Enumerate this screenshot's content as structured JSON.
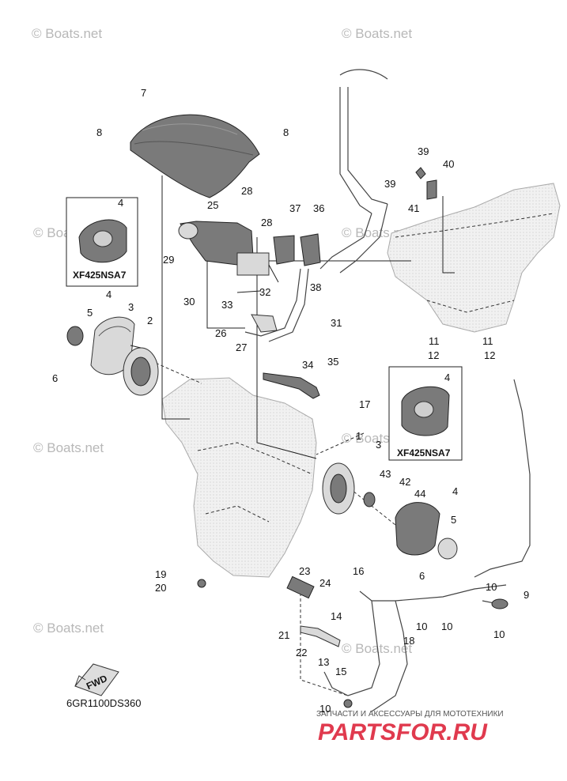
{
  "watermarks": [
    "© Boats.net",
    "© Boats.net",
    "© Boats.net",
    "© Boats.net",
    "© Boats.net",
    "© Boats.net",
    "© Boats.net",
    "© Boats.net"
  ],
  "inset_models": [
    "XF425NSA7",
    "XF425NSA7"
  ],
  "diagram_code": "6GR1100DS360",
  "fwd_label": "FWD",
  "footer": {
    "slogan": "ЗАПЧАСТИ И АКСЕССУАРЫ ДЛЯ МОТОТЕХНИКИ",
    "brand": "PARTSFOR.RU"
  },
  "callouts": [
    "7",
    "8",
    "8",
    "39",
    "40",
    "39",
    "41",
    "28",
    "25",
    "28",
    "37",
    "36",
    "4",
    "29",
    "30",
    "33",
    "32",
    "38",
    "31",
    "4",
    "5",
    "3",
    "2",
    "6",
    "26",
    "27",
    "11",
    "12",
    "11",
    "12",
    "34",
    "35",
    "17",
    "4",
    "1",
    "3",
    "43",
    "42",
    "44",
    "4",
    "5",
    "6",
    "23",
    "24",
    "16",
    "19",
    "20",
    "14",
    "21",
    "22",
    "13",
    "15",
    "18",
    "10",
    "10",
    "10",
    "9",
    "10",
    "10",
    "19"
  ],
  "colors": {
    "line": "#222222",
    "ghost": "#eeeeee",
    "brand": "#e03a4e"
  }
}
